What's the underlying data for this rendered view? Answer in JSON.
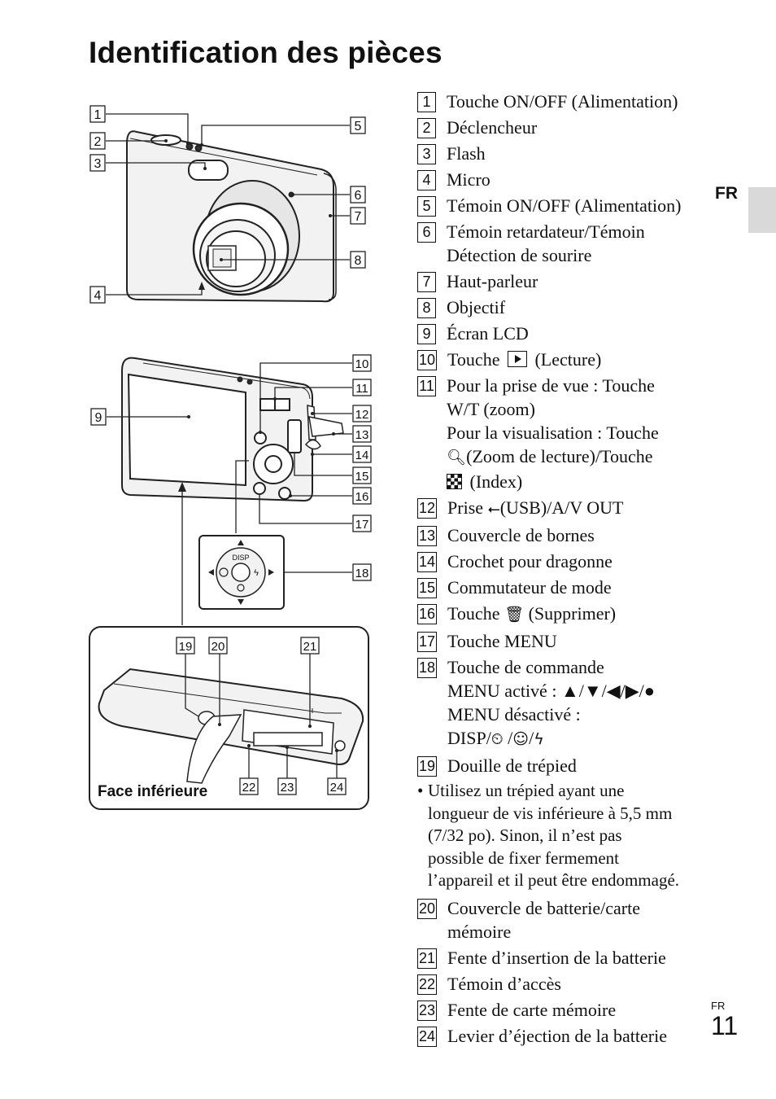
{
  "page": {
    "title": "Identification des pièces",
    "side_lang": "FR",
    "page_lang": "FR",
    "page_number": "11"
  },
  "figure": {
    "callouts": [
      "1",
      "2",
      "3",
      "4",
      "5",
      "6",
      "7",
      "8",
      "9",
      "10",
      "11",
      "12",
      "13",
      "14",
      "15",
      "16",
      "17",
      "18",
      "19",
      "20",
      "21",
      "22",
      "23",
      "24"
    ],
    "bottom_label": "Face inférieure",
    "dpad_label": "DISP"
  },
  "parts": [
    {
      "n": "1",
      "lines": [
        "Touche ON/OFF (Alimentation)"
      ]
    },
    {
      "n": "2",
      "lines": [
        "Déclencheur"
      ]
    },
    {
      "n": "3",
      "lines": [
        "Flash"
      ]
    },
    {
      "n": "4",
      "lines": [
        "Micro"
      ]
    },
    {
      "n": "5",
      "lines": [
        "Témoin ON/OFF (Alimentation)"
      ]
    },
    {
      "n": "6",
      "lines": [
        "Témoin retardateur/Témoin",
        "Détection de sourire"
      ]
    },
    {
      "n": "7",
      "lines": [
        "Haut-parleur"
      ]
    },
    {
      "n": "8",
      "lines": [
        "Objectif"
      ]
    },
    {
      "n": "9",
      "lines": [
        "Écran LCD"
      ]
    },
    {
      "n": "10",
      "pre": "Touche",
      "post": "(Lecture)"
    },
    {
      "n": "11",
      "l1": "Pour la prise de vue : Touche",
      "l2": "W/T (zoom)",
      "l3": "Pour la visualisation : Touche",
      "l4": "(Zoom de lecture)/Touche",
      "l5": "(Index)"
    },
    {
      "n": "12",
      "pre": "Prise",
      "post": "(USB)/A/V OUT"
    },
    {
      "n": "13",
      "lines": [
        "Couvercle de bornes"
      ]
    },
    {
      "n": "14",
      "lines": [
        "Crochet pour dragonne"
      ]
    },
    {
      "n": "15",
      "lines": [
        "Commutateur de mode"
      ]
    },
    {
      "n": "16",
      "pre": "Touche",
      "post": "(Supprimer)"
    },
    {
      "n": "17",
      "lines": [
        "Touche MENU"
      ]
    },
    {
      "n": "18",
      "l1": "Touche de commande",
      "l2": "MENU activé : ▲/▼/◀/▶/●",
      "l3": "MENU désactivé :",
      "l4": "DISP/"
    },
    {
      "n": "19",
      "lines": [
        "Douille de trépied"
      ]
    },
    {
      "n": "20",
      "lines": [
        "Couvercle de batterie/carte",
        "mémoire"
      ]
    },
    {
      "n": "21",
      "lines": [
        "Fente d’insertion de la batterie"
      ]
    },
    {
      "n": "22",
      "lines": [
        "Témoin d’accès"
      ]
    },
    {
      "n": "23",
      "lines": [
        "Fente de carte mémoire"
      ]
    },
    {
      "n": "24",
      "lines": [
        "Levier d’éjection de la batterie"
      ]
    }
  ],
  "note": {
    "bullet": "•",
    "lines": [
      "Utilisez un trépied ayant une",
      "longueur de vis inférieure à 5,5 mm",
      "(7/32 po). Sinon, il n’est pas",
      "possible de fixer fermement",
      "l’appareil et il peut être endommagé."
    ]
  }
}
